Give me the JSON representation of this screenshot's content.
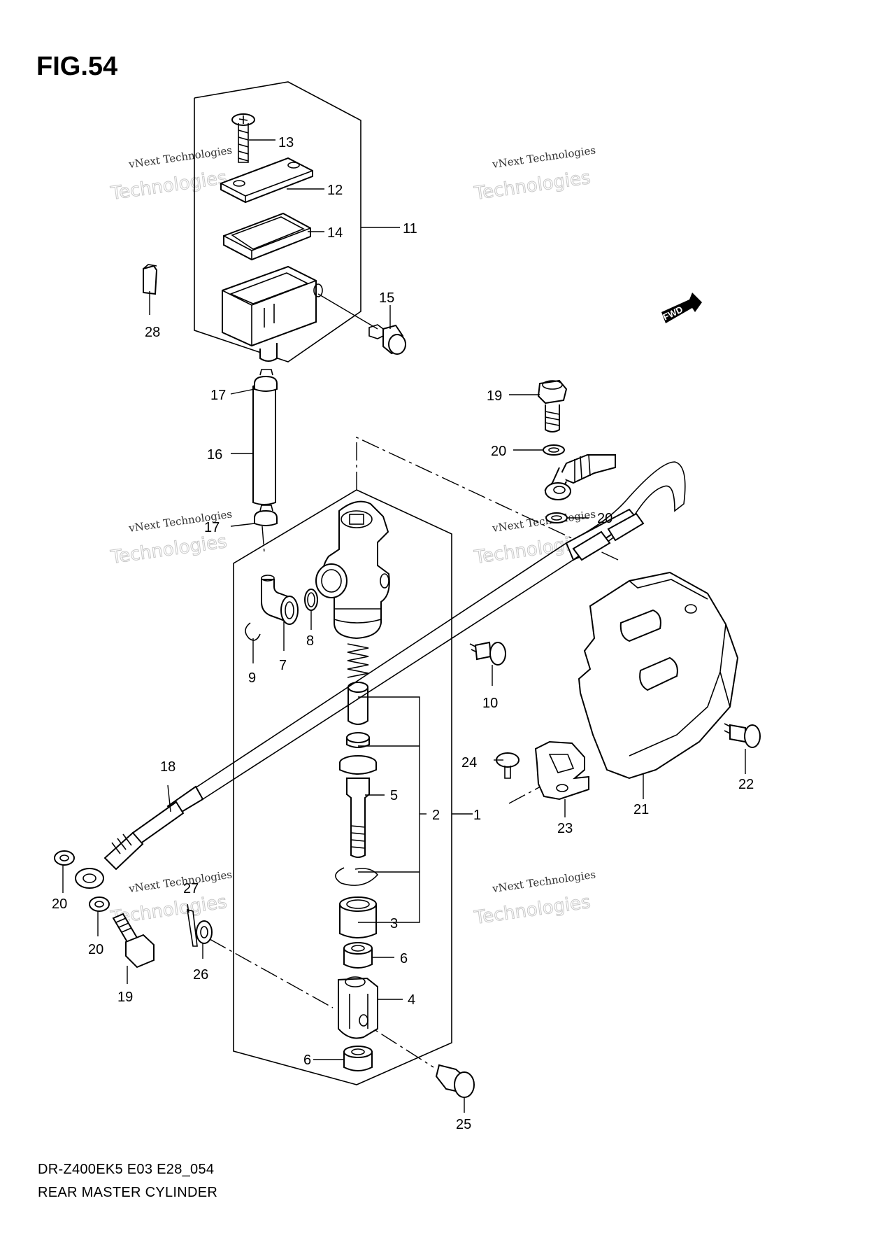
{
  "figure": {
    "title": "FIG.54",
    "model_code": "DR-Z400EK5 E03 E28_054",
    "caption": "REAR MASTER CYLINDER"
  },
  "direction_badge": {
    "label": "FWD"
  },
  "watermark": {
    "small": "vNext Technologies",
    "big": "Technologies"
  },
  "callouts": {
    "c1": "1",
    "c2": "2",
    "c3": "3",
    "c4": "4",
    "c5": "5",
    "c6a": "6",
    "c6b": "6",
    "c7": "7",
    "c8": "8",
    "c9": "9",
    "c10": "10",
    "c11": "11",
    "c12": "12",
    "c13": "13",
    "c14": "14",
    "c15": "15",
    "c16": "16",
    "c17a": "17",
    "c17b": "17",
    "c18": "18",
    "c19a": "19",
    "c19b": "19",
    "c20a": "20",
    "c20b": "20",
    "c20c": "20",
    "c20d": "20",
    "c21": "21",
    "c22": "22",
    "c23": "23",
    "c24": "24",
    "c25": "25",
    "c26": "26",
    "c27": "27",
    "c28": "28"
  }
}
